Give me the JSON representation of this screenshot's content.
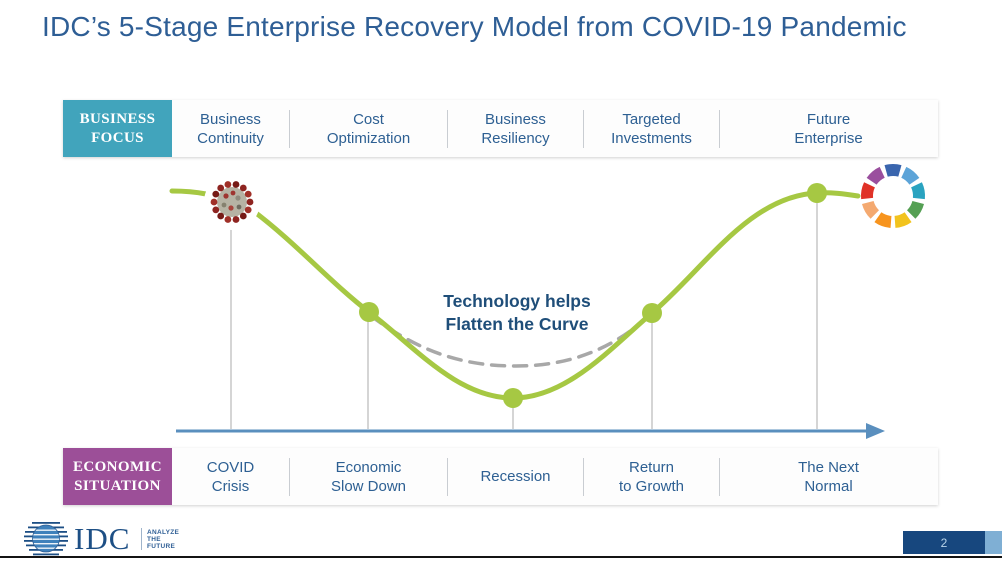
{
  "slide": {
    "title": "IDC’s 5-Stage Enterprise Recovery Model from COVID-19 Pandemic"
  },
  "business_focus_row": {
    "label": "BUSINESS\nFOCUS",
    "items": [
      "Business\nContinuity",
      "Cost\nOptimization",
      "Business\nResiliency",
      "Targeted\nInvestments",
      "Future\nEnterprise"
    ]
  },
  "economic_situation_row": {
    "label": "ECONOMIC\nSITUATION",
    "items": [
      "COVID\nCrisis",
      "Economic\nSlow Down",
      "Recession",
      "Return\nto Growth",
      "The Next\nNormal"
    ]
  },
  "diagram": {
    "annotation": "Technology helps\nFlatten the Curve",
    "start_icon": "coronavirus-icon",
    "end_icon": "segmented-ring-icon",
    "stages_count": 5
  },
  "footer": {
    "logo_text": "IDC",
    "logo_tagline": "ANALYZE\nTHE\nFUTURE",
    "page_number": "2"
  },
  "colors": {
    "title_text": "#2e5e95",
    "item_text": "#2e6093",
    "annotation_text": "#1f4e79",
    "business_focus_bg": "#41a4bc",
    "economic_situation_bg": "#9c4f98",
    "curve_green": "#a6c843",
    "flatten_dash_gray": "#a8a8a8",
    "axis_blue": "#5a8fbe",
    "page_box_navy": "#17477e",
    "page_accent_blue": "#7fafd4",
    "ring": [
      "#3a65ae",
      "#5da4d8",
      "#2aa3c0",
      "#55a054",
      "#f2c31d",
      "#f7941e",
      "#f4a970",
      "#e03227",
      "#9a4f9e"
    ]
  }
}
